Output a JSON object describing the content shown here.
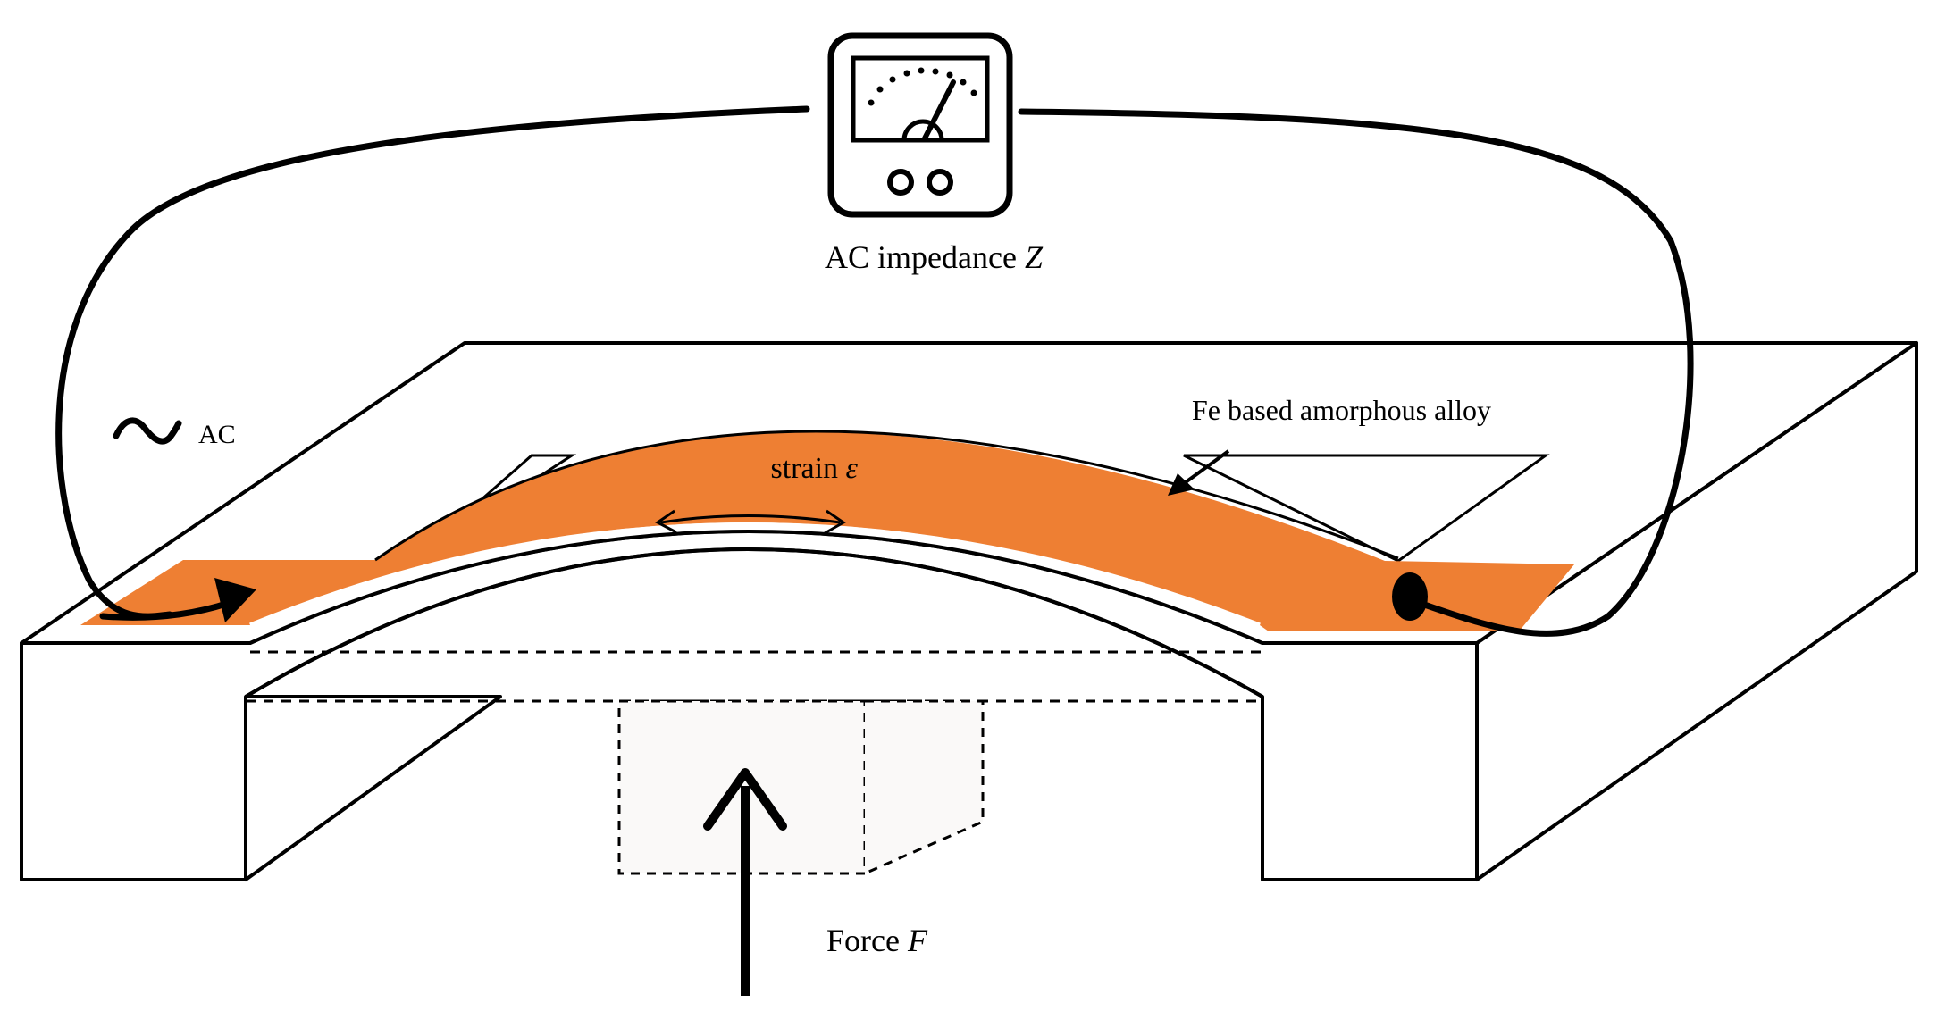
{
  "labels": {
    "meter": "AC impedance ",
    "meter_var": "Z",
    "ac": "AC",
    "alloy": "Fe based amorphous alloy",
    "strain": "strain ",
    "strain_var": "ε",
    "force": "Force ",
    "force_var": "F"
  },
  "colors": {
    "alloy": "#EE7F33",
    "line": "#000000",
    "background": "#FFFFFF",
    "force_block": "#FAF9F8"
  },
  "icons": {
    "meter": "analog-meter-icon",
    "ac_source": "sine-wave-icon"
  }
}
